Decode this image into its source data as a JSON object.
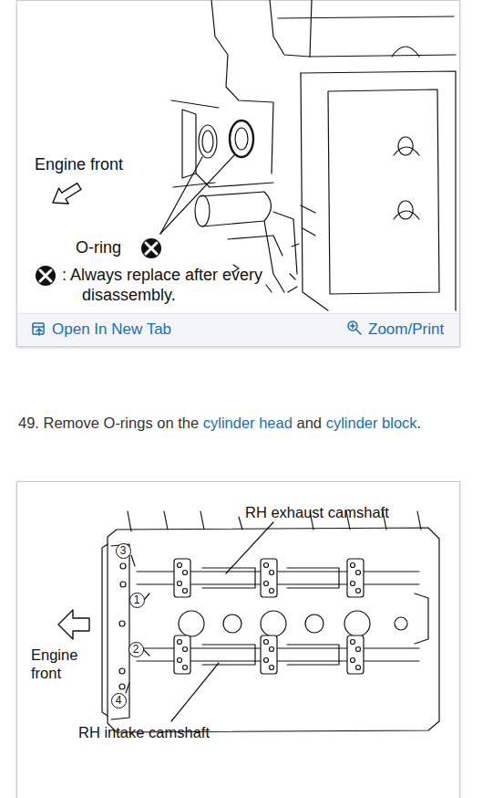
{
  "diagram": {
    "labels": [
      "Engine front",
      "O-ring",
      ": Always replace after every disassembly.",
      "Open In New Tab",
      "Zoom/Print",
      "49. Remove O-rings on the",
      "cylinder head",
      "and",
      "cylinder block",
      ".",
      "RH exhaust camshaft",
      "3",
      "1",
      "2",
      "4",
      "Engine front",
      "RH intake camshaft"
    ]
  }
}
